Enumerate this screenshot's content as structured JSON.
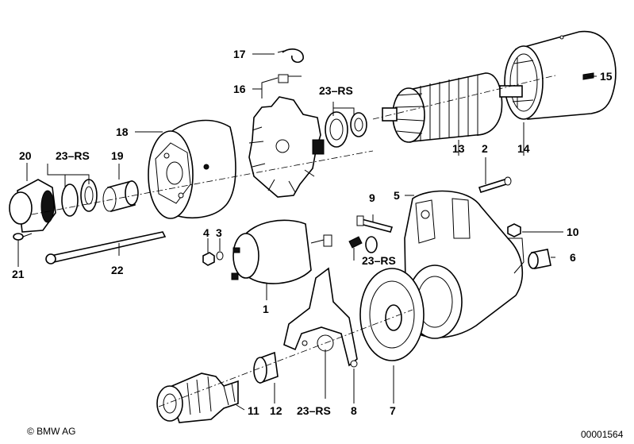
{
  "diagram": {
    "callouts": [
      {
        "id": "p1",
        "label": "1"
      },
      {
        "id": "p2",
        "label": "2"
      },
      {
        "id": "p3",
        "label": "3"
      },
      {
        "id": "p4",
        "label": "4"
      },
      {
        "id": "p5",
        "label": "5"
      },
      {
        "id": "p6",
        "label": "6"
      },
      {
        "id": "p7",
        "label": "7"
      },
      {
        "id": "p8",
        "label": "8"
      },
      {
        "id": "p9",
        "label": "9"
      },
      {
        "id": "p10",
        "label": "10"
      },
      {
        "id": "p11",
        "label": "11"
      },
      {
        "id": "p12",
        "label": "12"
      },
      {
        "id": "p13",
        "label": "13"
      },
      {
        "id": "p14",
        "label": "14"
      },
      {
        "id": "p15",
        "label": "15"
      },
      {
        "id": "p16",
        "label": "16"
      },
      {
        "id": "p17",
        "label": "17"
      },
      {
        "id": "p18",
        "label": "18"
      },
      {
        "id": "p19",
        "label": "19"
      },
      {
        "id": "p20",
        "label": "20"
      },
      {
        "id": "p21",
        "label": "21"
      },
      {
        "id": "p22",
        "label": "22"
      },
      {
        "id": "rs_top",
        "label": "23–RS"
      },
      {
        "id": "rs_left",
        "label": "23–RS"
      },
      {
        "id": "rs_mid",
        "label": "23–RS"
      },
      {
        "id": "rs_bottom",
        "label": "23–RS"
      }
    ],
    "copyright": "© BMW AG",
    "drawing_number": "00001564"
  }
}
